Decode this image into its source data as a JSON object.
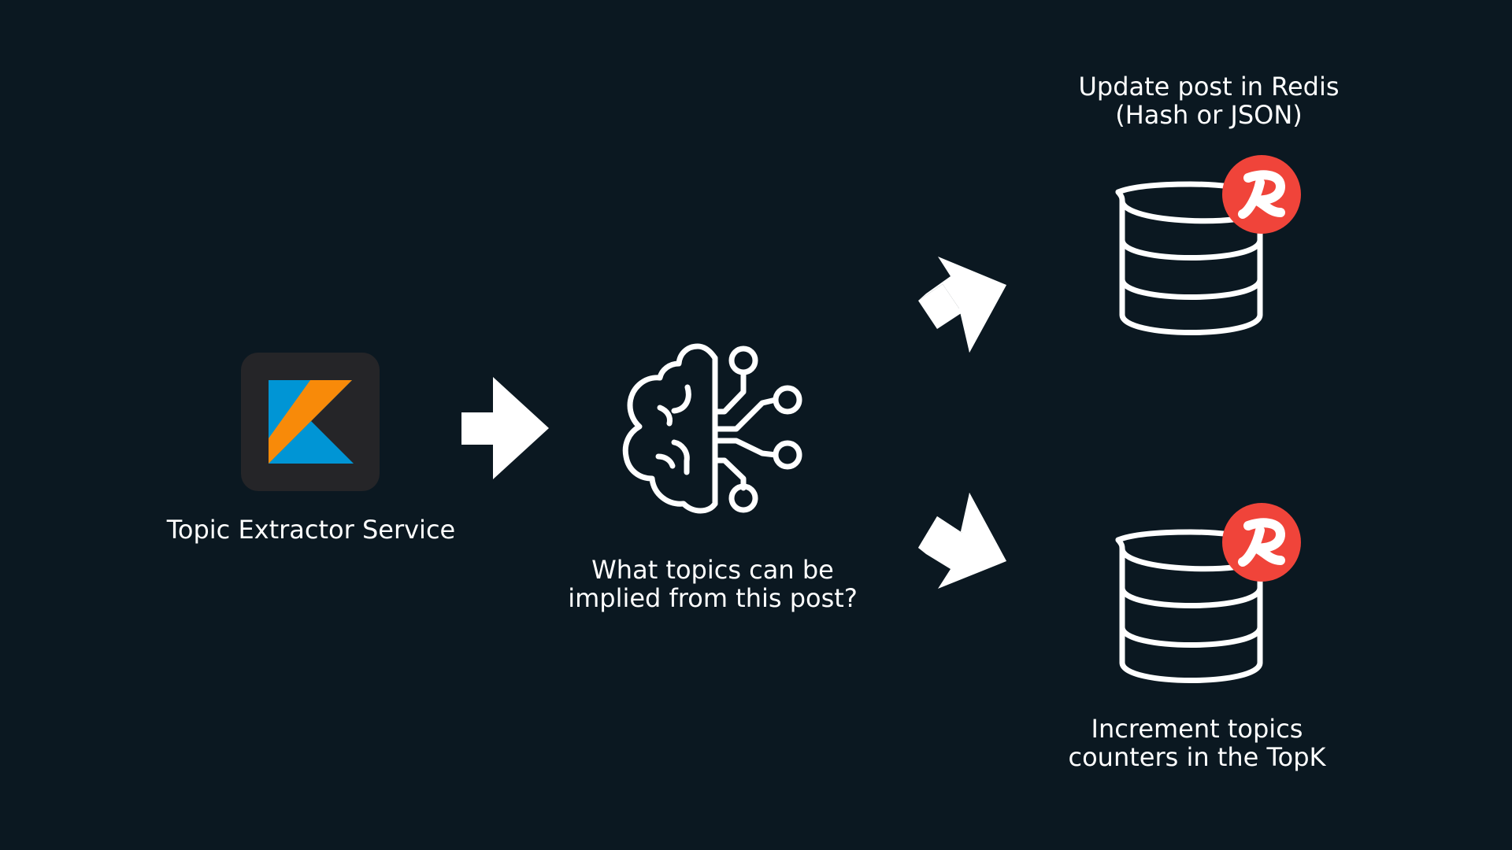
{
  "diagram": {
    "nodes": {
      "service": {
        "label": "Topic Extractor Service",
        "icon": "kotlin-logo-icon"
      },
      "ai": {
        "label": "What topics can be\nimplied from this post?",
        "icon": "brain-ai-icon"
      },
      "redis_post": {
        "label": "Update post in Redis\n(Hash or JSON)",
        "icon": "redis-database-icon"
      },
      "redis_topk": {
        "label": "Increment topics\ncounters in the TopK",
        "icon": "redis-database-icon"
      }
    },
    "edges": [
      {
        "from": "service",
        "to": "ai",
        "icon": "arrow-right-icon"
      },
      {
        "from": "ai",
        "to": "redis_post",
        "icon": "arrow-up-right-icon"
      },
      {
        "from": "ai",
        "to": "redis_topk",
        "icon": "arrow-down-right-icon"
      }
    ]
  },
  "colors": {
    "background": "#0b1821",
    "foreground": "#ffffff",
    "kotlin_tile": "#252528",
    "kotlin_orange": "#f88a09",
    "kotlin_blue": "#0095d5",
    "redis_red": "#f0443a"
  }
}
